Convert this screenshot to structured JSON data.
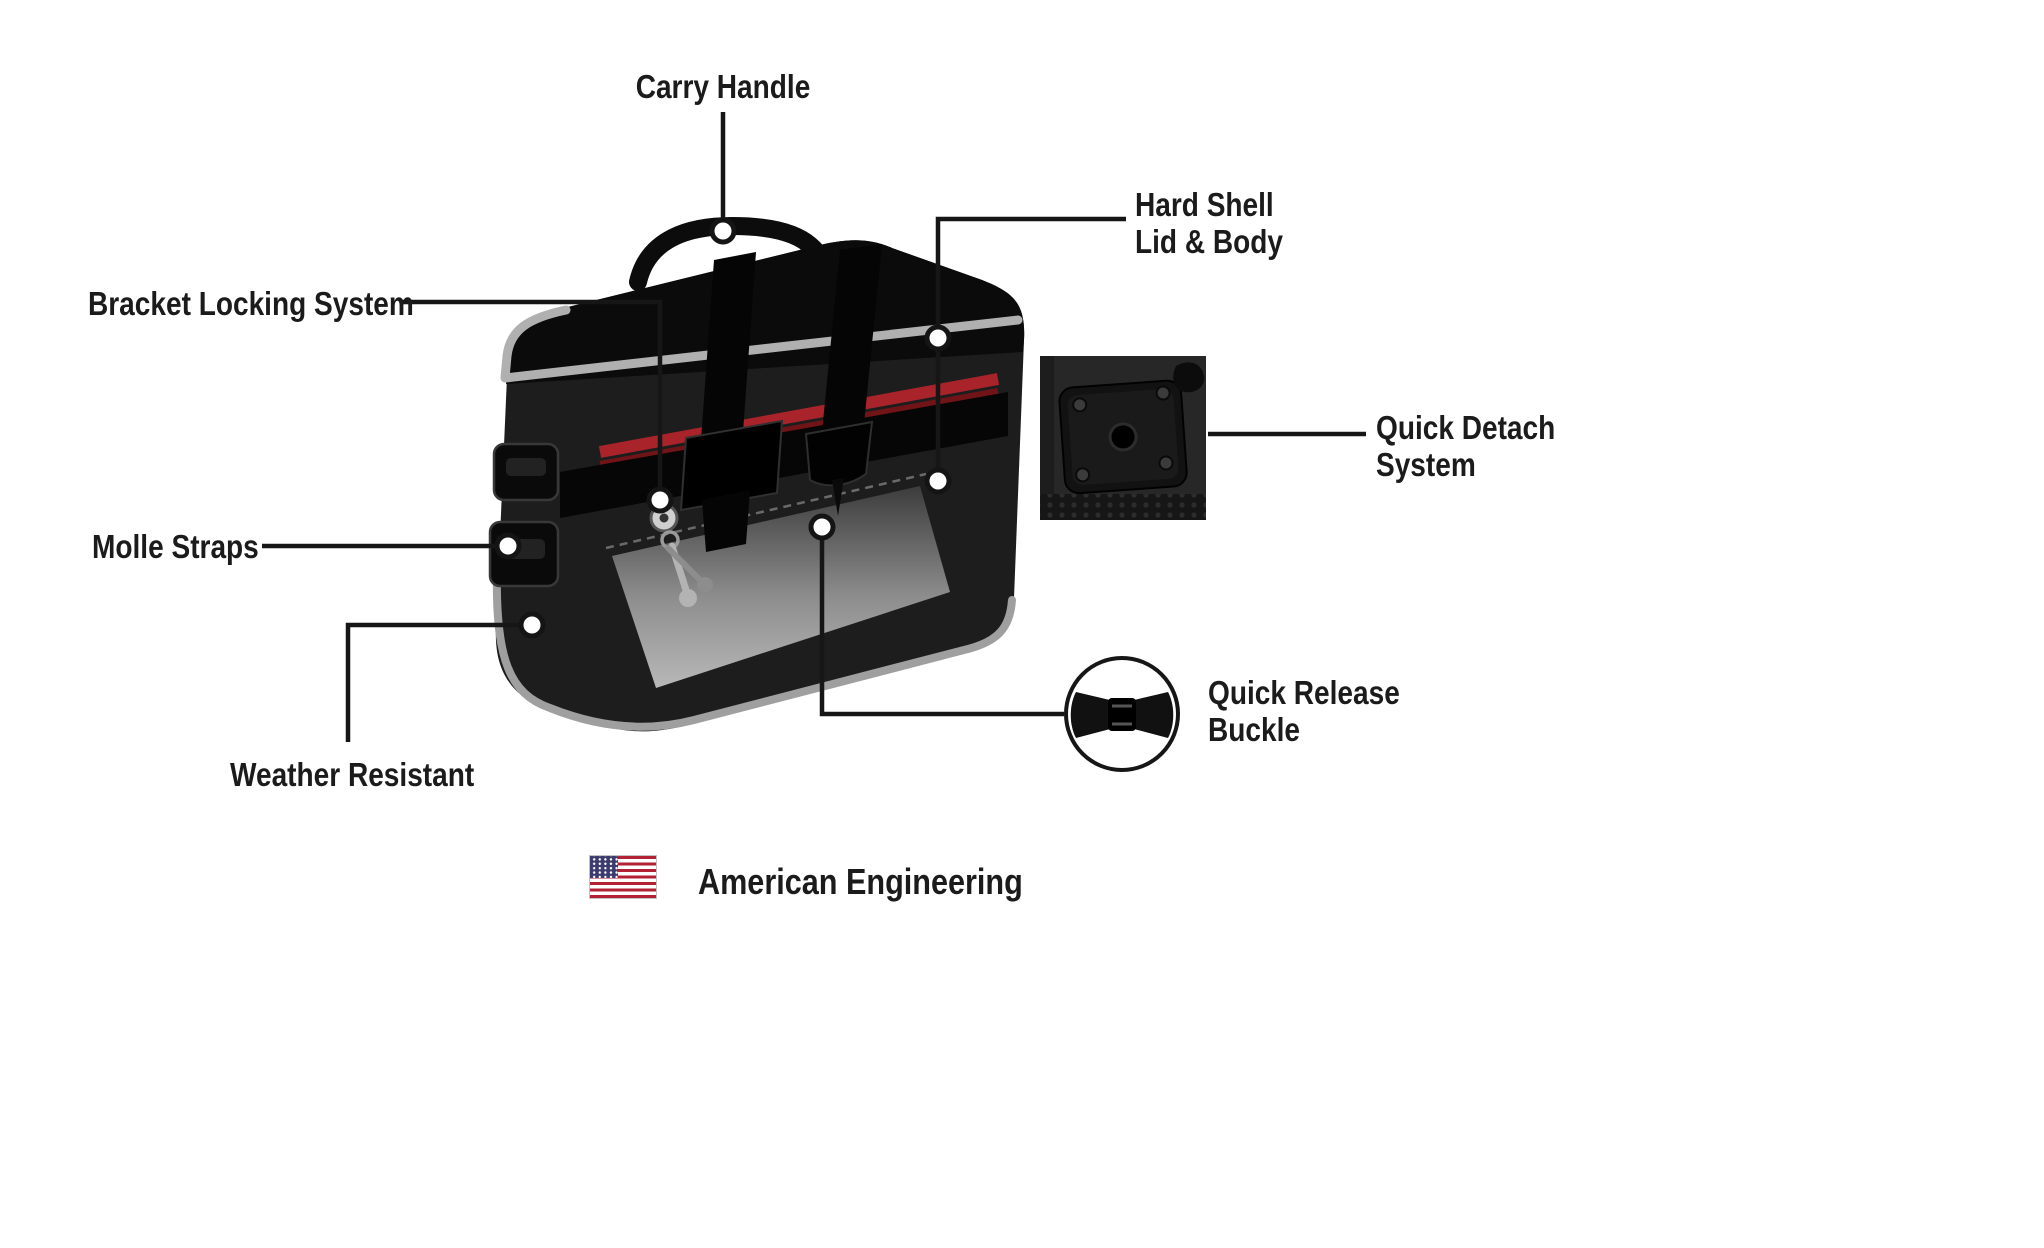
{
  "diagram": {
    "product": "motorcycle-saddlebag-feature-diagram",
    "callouts": {
      "carry_handle": {
        "label": "Carry Handle"
      },
      "hard_shell": {
        "line1": "Hard Shell",
        "line2": "Lid & Body"
      },
      "bracket_locking": {
        "label": "Bracket Locking System"
      },
      "quick_detach": {
        "line1": "Quick Detach",
        "line2": "System"
      },
      "molle_straps": {
        "label": "Molle Straps"
      },
      "weather_resistant": {
        "label": "Weather Resistant"
      },
      "quick_release": {
        "line1": "Quick Release",
        "line2": "Buckle"
      }
    },
    "footer": {
      "label": "American Engineering",
      "flag_icon": "us-flag-icon"
    },
    "colors": {
      "text": "#1b1b1b",
      "connector_line": "#161616",
      "bag_black": "#141414",
      "trim_gray": "#b0b0b0",
      "accent_red": "#A8232A",
      "flag_red": "#B22234",
      "flag_blue": "#3C3B6E"
    }
  }
}
